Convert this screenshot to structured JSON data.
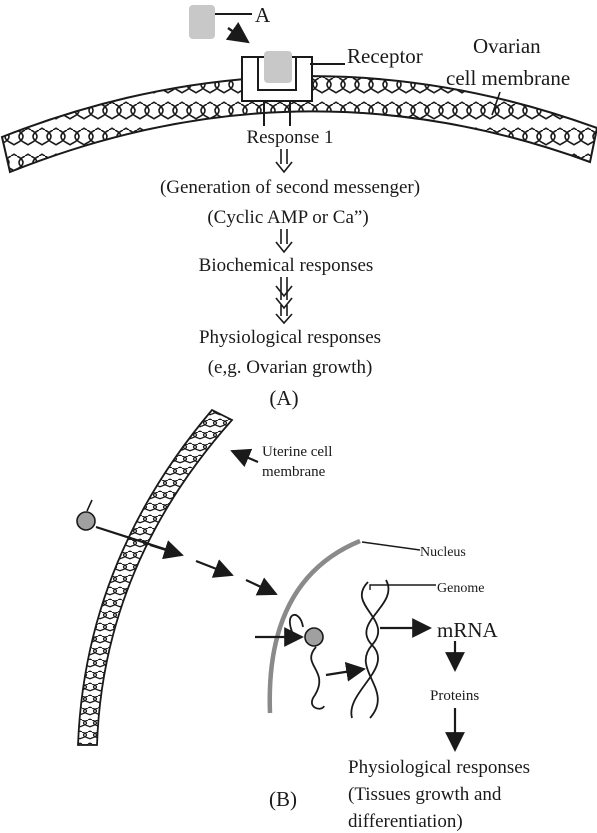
{
  "panel_a": {
    "ligand_label": "A",
    "receptor_label": "Receptor",
    "membrane_label_line1": "Ovarian",
    "membrane_label_line2": "cell membrane",
    "steps": [
      "Response 1",
      "(Generation of second messenger)",
      "(Cyclic AMP or Ca”)",
      "Biochemical responses",
      "Physiological responses",
      "(e,g. Ovarian growth)"
    ],
    "caption": "(A)"
  },
  "panel_b": {
    "membrane_label_line1": "Uterine cell",
    "membrane_label_line2": "membrane",
    "nucleus_label": "Nucleus",
    "genome_label": "Genome",
    "mrna_label": "mRNA",
    "proteins_label": "Proteins",
    "response_line1": "Physiological responses",
    "response_line2": "(Tissues growth and",
    "response_line3": "differentiation)",
    "caption": "(B)"
  },
  "colors": {
    "ink": "#1a1a1a",
    "ligand_fill": "#c8c8c8",
    "nucleus_stroke": "#8a8a8a",
    "ball_fill": "#a0a0a0"
  }
}
